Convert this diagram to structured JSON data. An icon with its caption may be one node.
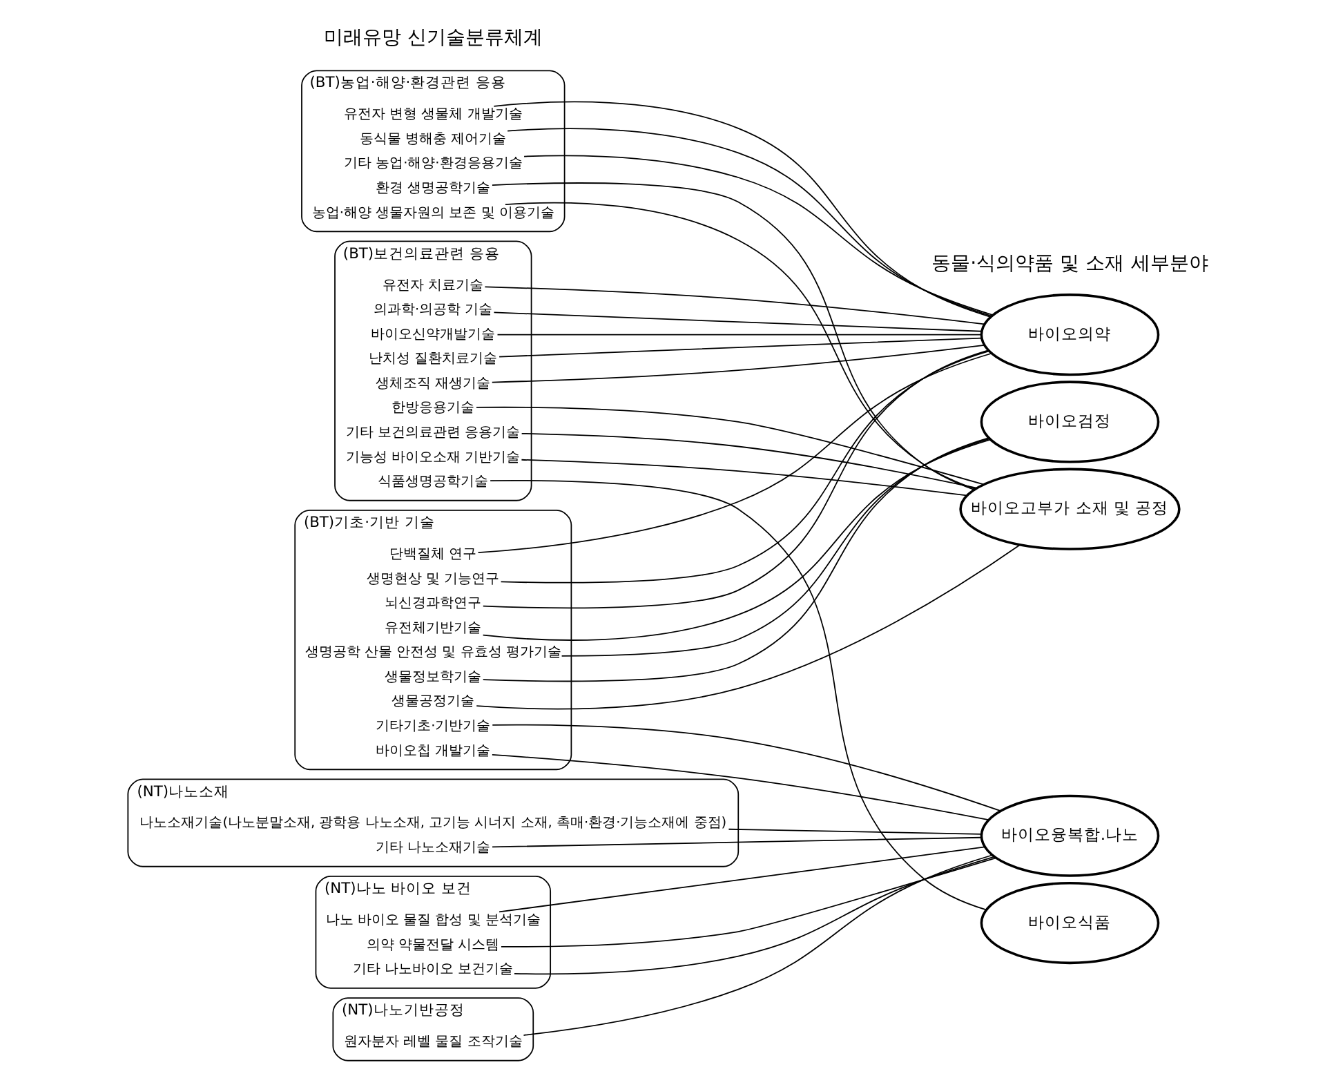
{
  "diagram": {
    "nodes": [
      {
        "text": [
          "(BT)기초·기반 기술"
        ]
      },
      {
        "text": [
          "유전체기반기술"
        ],
        "in": 0
      },
      {
        "text": [
          "단백질체 연구"
        ],
        "in": 0
      },
      {
        "text": [
          "생물정보학기술"
        ],
        "in": 0
      },
      {
        "text": [
          "생명현상 및 기능연구"
        ],
        "in": 0
      },
      {
        "text": [
          "뇌신경과학연구"
        ],
        "in": 0
      },
      {
        "text": [
          "생물공정기술"
        ],
        "in": 0
      },
      {
        "text": [
          "생명공학 산물 안전성 및 유효성 평가기술"
        ],
        "in": 0
      },
      {
        "text": [
          "바이오칩 개발기술"
        ],
        "in": 0
      },
      {
        "text": [
          "기타기초·기반기술"
        ],
        "in": 0
      },
      {
        "text": [
          "(BT)보건의료관련 응용"
        ]
      },
      {
        "text": [
          "바이오신약개발기술"
        ],
        "in": 10
      },
      {
        "text": [
          "난치성 질환치료기술"
        ],
        "in": 10
      },
      {
        "text": [
          "생체조직 재생기술"
        ],
        "in": 10
      },
      {
        "text": [
          "유전자 치료기술"
        ],
        "in": 10
      },
      {
        "text": [
          "기능성 바이오소재 기반기술"
        ],
        "in": 10
      },
      {
        "text": [
          "한방응용기술"
        ],
        "in": 10
      },
      {
        "text": [
          "의과학·의공학 기술"
        ],
        "in": 10
      },
      {
        "text": [
          "식품생명공학기술"
        ],
        "in": 10
      },
      {
        "text": [
          "기타 보건의료관련 응용기술"
        ],
        "in": 10
      },
      {
        "text": [
          "(BT)농업·해양·환경관련 응용"
        ]
      },
      {
        "text": [
          "유전자 변형 생물체 개발기술"
        ],
        "in": 20
      },
      {
        "text": [
          "농업·해양 생물자원의 보존 및 이용기술"
        ],
        "in": 20
      },
      {
        "text": [
          "동식물 병해충 제어기술"
        ],
        "in": 20
      },
      {
        "text": [
          "환경 생명공학기술"
        ],
        "in": 20
      },
      {
        "text": [
          "기타 농업·해양·환경응용기술"
        ],
        "in": 20
      },
      {
        "text": [
          "(NT)나노소재"
        ]
      },
      {
        "text": [
          "나노소재기술(나노분말소재, 광학용 나노소재, 고기능 시너지 소재, 촉매·환경·기능소재에 중점)"
        ],
        "in": 26
      },
      {
        "text": [
          "기타 나노소재기술"
        ],
        "in": 26
      },
      {
        "text": [
          "(NT)나노 바이오 보건"
        ]
      },
      {
        "text": [
          "나노 바이오 물질 합성 및 분석기술"
        ],
        "in": 29
      },
      {
        "text": [
          "의약 약물전달 시스템"
        ],
        "in": 29
      },
      {
        "text": [
          "기타 나노바이오 보건기술"
        ],
        "in": 29
      },
      {
        "text": [
          "(NT)나노기반공정"
        ]
      },
      {
        "text": [
          "원자분자 레벨 물질 조작기술"
        ],
        "in": 33
      },
      {
        "text": [
          "바이오의약"
        ]
      },
      {
        "text": [
          "바이오검정"
        ]
      },
      {
        "text": [
          "바이오고부가 소재 및 공정"
        ]
      },
      {
        "text": [
          "바이오융복합.나노"
        ]
      },
      {
        "text": [
          "바이오식품"
        ]
      }
    ],
    "edges": [
      {
        "from": 1,
        "to": 36,
        "arrow": "none"
      },
      {
        "from": 2,
        "to": 35,
        "arrow": "none"
      },
      {
        "from": 3,
        "to": 36,
        "arrow": "none"
      },
      {
        "from": 4,
        "to": 35,
        "arrow": "none"
      },
      {
        "from": 5,
        "to": 35,
        "arrow": "none"
      },
      {
        "from": 6,
        "to": 37,
        "arrow": "none"
      },
      {
        "from": 7,
        "to": 36,
        "arrow": "none"
      },
      {
        "from": 8,
        "to": 38,
        "arrow": "none"
      },
      {
        "from": 9,
        "to": 38,
        "arrow": "none"
      },
      {
        "from": 11,
        "to": 35,
        "arrow": "none"
      },
      {
        "from": 12,
        "to": 35,
        "arrow": "none"
      },
      {
        "from": 13,
        "to": 35,
        "arrow": "none"
      },
      {
        "from": 14,
        "to": 35,
        "arrow": "none"
      },
      {
        "from": 15,
        "to": 37,
        "arrow": "none"
      },
      {
        "from": 16,
        "to": 37,
        "arrow": "none"
      },
      {
        "from": 17,
        "to": 35,
        "arrow": "none"
      },
      {
        "from": 18,
        "to": 39,
        "arrow": "none"
      },
      {
        "from": 19,
        "to": 37,
        "arrow": "none"
      },
      {
        "from": 21,
        "to": 35,
        "arrow": "none"
      },
      {
        "from": 22,
        "to": 37,
        "arrow": "none"
      },
      {
        "from": 23,
        "to": 35,
        "arrow": "none"
      },
      {
        "from": 24,
        "to": 37,
        "arrow": "none"
      },
      {
        "from": 25,
        "to": 35,
        "arrow": "none"
      },
      {
        "from": 27,
        "to": 38,
        "arrow": "none"
      },
      {
        "from": 28,
        "to": 38,
        "arrow": "none"
      },
      {
        "from": 30,
        "to": 38,
        "arrow": "none"
      },
      {
        "from": 31,
        "to": 38,
        "arrow": "none"
      },
      {
        "from": 32,
        "to": 38,
        "arrow": "none"
      },
      {
        "from": 34,
        "to": 38,
        "arrow": "none"
      }
    ],
    "labels": [
      "미래유망 신기술분류체계",
      "동물·식의약품 및 소재 세부분야"
    ]
  }
}
